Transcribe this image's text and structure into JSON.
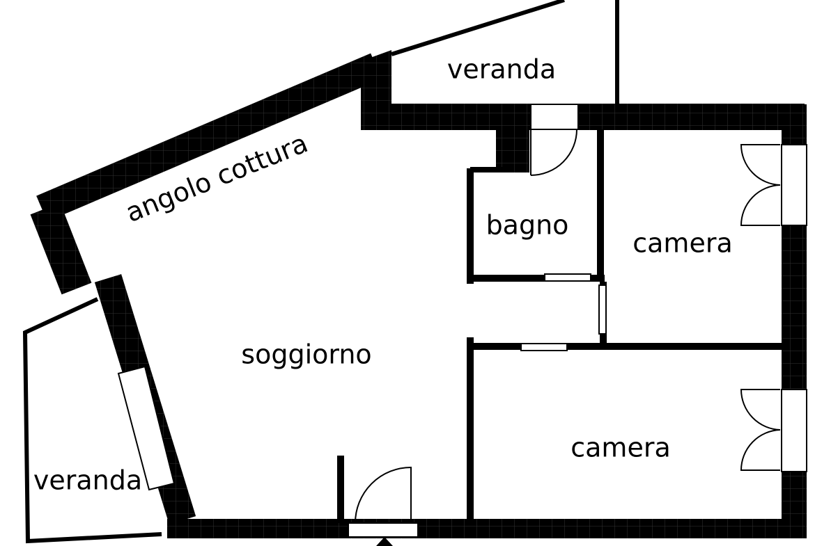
{
  "floorplan": {
    "rooms": {
      "veranda_top": "veranda",
      "angolo_cottura": "angolo cottura",
      "bagno": "bagno",
      "camera_top": "camera",
      "soggiorno": "soggiorno",
      "camera_bottom": "camera",
      "veranda_left": "veranda"
    }
  },
  "colors": {
    "wall": "#000000",
    "wall_texture": "#3a3a3a",
    "floor": "#ffffff"
  }
}
